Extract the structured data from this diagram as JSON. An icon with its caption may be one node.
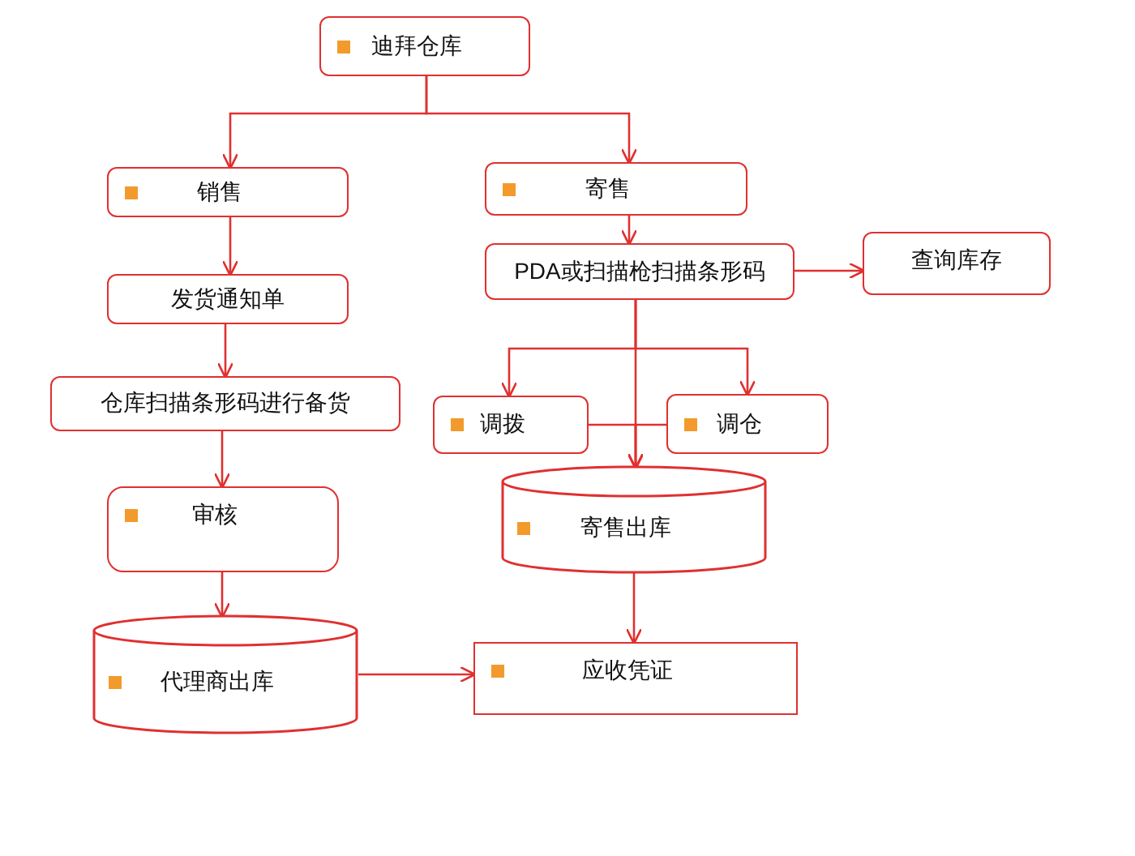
{
  "diagram": {
    "nodes": [
      {
        "text": [
          "迪拜仓库"
        ]
      },
      {
        "text": [
          "销售"
        ]
      },
      {
        "text": [
          "寄售"
        ]
      },
      {
        "text": [
          "PDA或扫描枪扫描条形码"
        ]
      },
      {
        "text": [
          "查询库存"
        ]
      },
      {
        "text": [
          "发货通知单"
        ]
      },
      {
        "text": [
          "仓库扫描条形码进行备货"
        ]
      },
      {
        "text": [
          "调拨"
        ]
      },
      {
        "text": [
          "调仓"
        ]
      },
      {
        "text": [
          "审核"
        ]
      },
      {
        "text": [
          "寄售出库"
        ]
      },
      {
        "text": [
          "代理商出库"
        ]
      },
      {
        "text": [
          "应收凭证"
        ]
      }
    ],
    "edges": [
      {
        "from": 0,
        "to": 1,
        "arrow": "to"
      },
      {
        "from": 0,
        "to": 2,
        "arrow": "to"
      },
      {
        "from": 1,
        "to": 5,
        "arrow": "to"
      },
      {
        "from": 5,
        "to": 6,
        "arrow": "to"
      },
      {
        "from": 6,
        "to": 9,
        "arrow": "to"
      },
      {
        "from": 9,
        "to": 11,
        "arrow": "to"
      },
      {
        "from": 11,
        "to": 12,
        "arrow": "to"
      },
      {
        "from": 2,
        "to": 3,
        "arrow": "to"
      },
      {
        "from": 3,
        "to": 4,
        "arrow": "to"
      },
      {
        "from": 3,
        "to": 7,
        "arrow": "to"
      },
      {
        "from": 3,
        "to": 8,
        "arrow": "to"
      },
      {
        "from": 3,
        "to": 10,
        "arrow": "to"
      },
      {
        "from": 7,
        "to": 10,
        "arrow": "to"
      },
      {
        "from": 8,
        "to": 10,
        "arrow": "to"
      },
      {
        "from": 10,
        "to": 12,
        "arrow": "to"
      }
    ]
  }
}
